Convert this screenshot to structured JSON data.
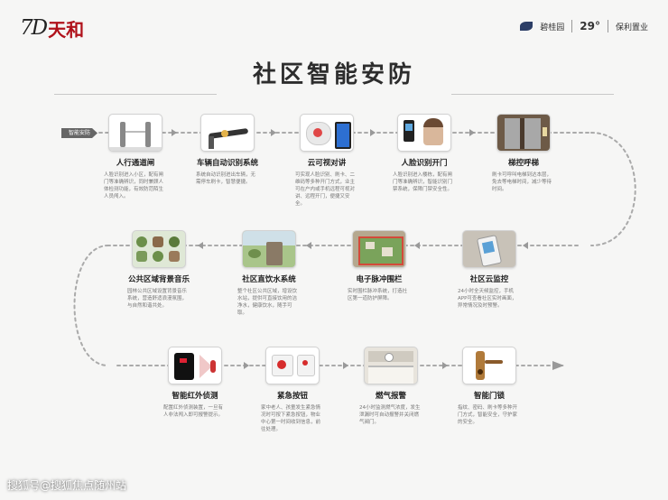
{
  "header": {
    "brand_left_number": "7D",
    "brand_left_name": "天和",
    "brand_right_1": "碧桂园",
    "brand_right_2": "29°",
    "brand_right_3": "保利置业"
  },
  "title": "社区智能安防",
  "start_tag": "智能安防",
  "nodes": [
    {
      "label": "人行通道闸",
      "desc": "人脸识别进入小区，配有闸门等准确辨识，同时兼顾人体检测功能，有效防范陌生人员闯入。",
      "icon": "turnstile-gate"
    },
    {
      "label": "车辆自动识别系统",
      "desc": "系统自动识别进出车辆，无需停车刷卡，智慧便捷。",
      "icon": "barrier-camera"
    },
    {
      "label": "云可视对讲",
      "desc": "可实现人脸识别、刷卡、二维码等多种开门方式，业主可在户内或手机远程可视对讲、远程开门，便捷又安全。",
      "icon": "cloud-intercom"
    },
    {
      "label": "人脸识别开门",
      "desc": "人脸识别进入楼栋，配有闸门等准确辨识，智能识别门禁系统，保障门禁安全性。",
      "icon": "face-recognition"
    },
    {
      "label": "梯控呼梯",
      "desc": "刷卡可呼叫电梯到达本层，免去等电梯时间，减少等待时间。",
      "icon": "elevator-call"
    },
    {
      "label": "社区云监控",
      "desc": "24小时全天候监控，手机APP可查看社区实时画面，异常情况及时预警。",
      "icon": "cloud-monitor"
    },
    {
      "label": "电子脉冲围栏",
      "desc": "实时围栏脉冲系统，打造社区第一道防护屏障。",
      "icon": "electronic-fence"
    },
    {
      "label": "社区直饮水系统",
      "desc": "整个社区公共区域，增设饮水站，提供可直接饮用的洁净水，健康饮水，随手可取。",
      "icon": "water-dispenser"
    },
    {
      "label": "公共区域背景音乐",
      "desc": "园林公共区域设置背景音乐系统，营造舒适浪漫氛围，与自然和谐共处。",
      "icon": "background-music"
    },
    {
      "label": "智能红外侦测",
      "desc": "配置红外侦测装置，一旦有人非法闯入即可报警提示。",
      "icon": "infrared-detector"
    },
    {
      "label": "紧急按钮",
      "desc": "家中老人、孩童发生紧急情况时可按下紧急按钮，物业中心第一时间收到信息，前往处理。",
      "icon": "emergency-button"
    },
    {
      "label": "燃气报警",
      "desc": "24小时监测燃气浓度，发生泄漏时可自动报警并关闭燃气阀门。",
      "icon": "gas-alarm"
    },
    {
      "label": "智能门锁",
      "desc": "指纹、密码、刷卡等多种开门方式，智能安全，守护家的安全。",
      "icon": "smart-lock"
    }
  ],
  "watermark": "搜狐号@搜狐焦点随州站"
}
